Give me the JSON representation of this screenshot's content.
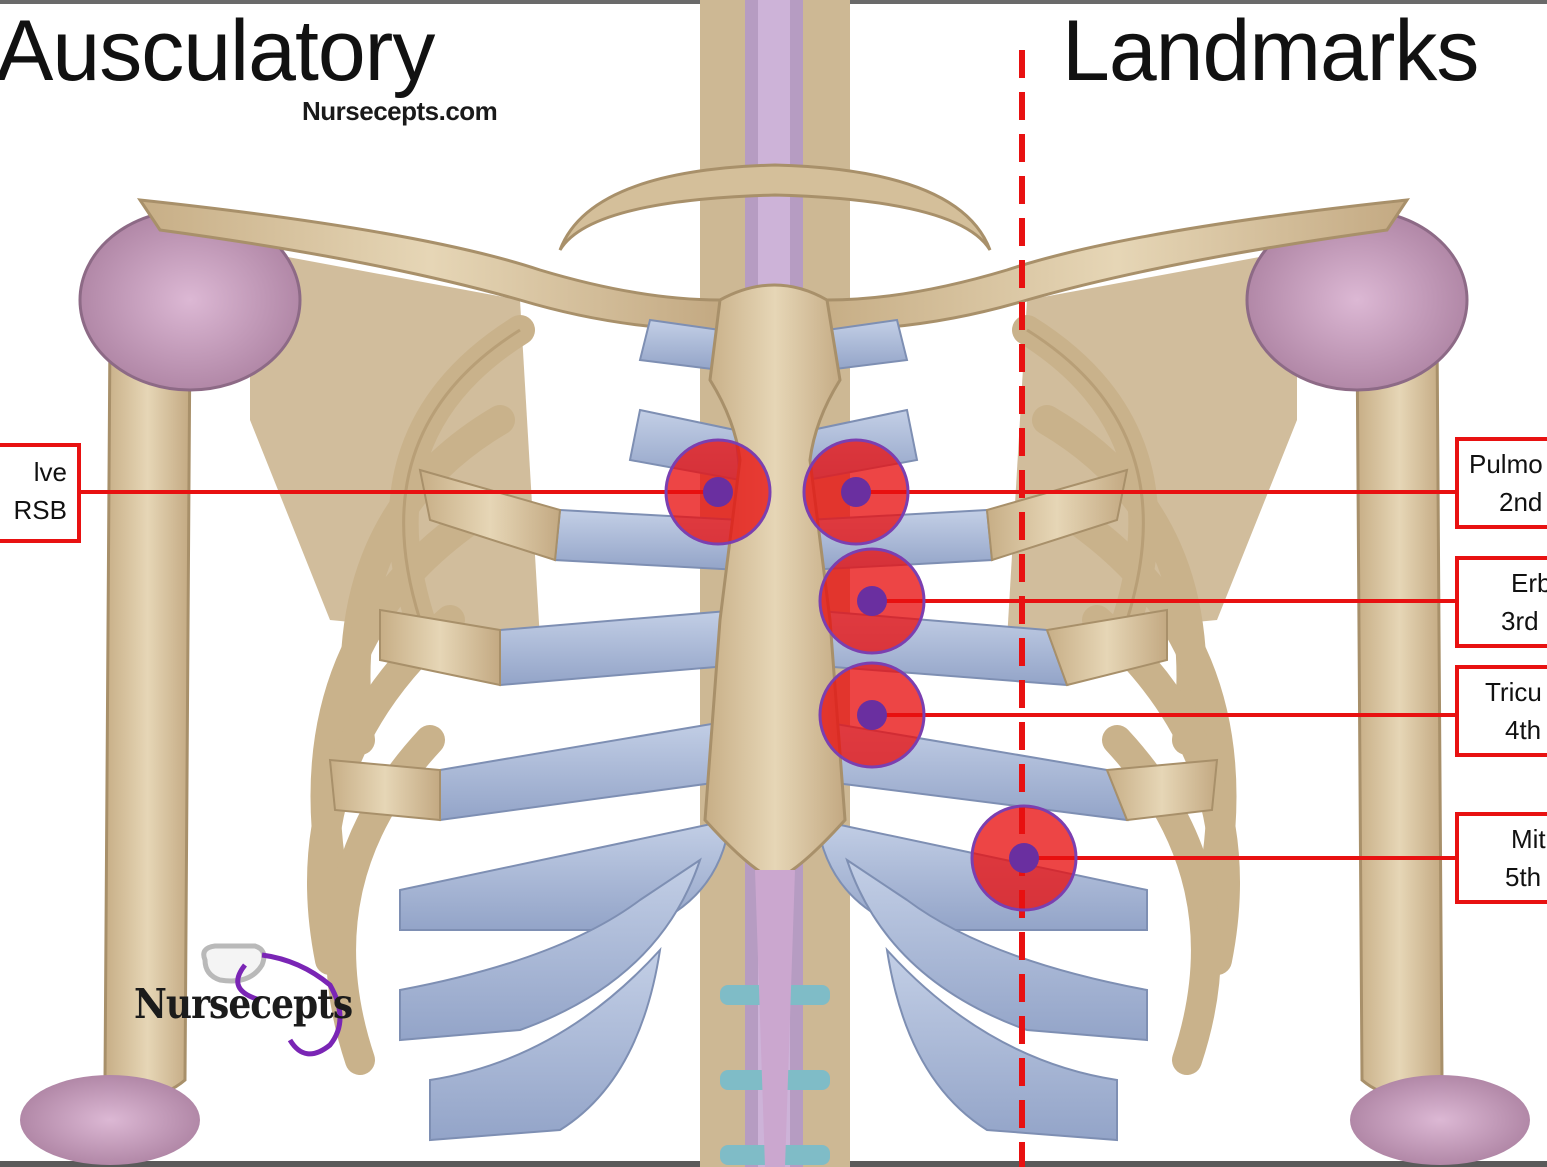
{
  "titles": {
    "left": "Ausculatory",
    "right": "Landmarks"
  },
  "website": "Nursecepts.com",
  "logo": {
    "text": "Nursecepts",
    "icon": "stethoscope-icon"
  },
  "colors": {
    "marker": "#e81111",
    "marker_center": "#6a2fa0",
    "line": "#e81111",
    "rib_cartilage": "#a9b8d6",
    "bone": "#d9c6a3",
    "joint": "#c9a0c2"
  },
  "landmarks": [
    {
      "id": "aortic",
      "line1": "lve",
      "line2": "RSB"
    },
    {
      "id": "pulmonic",
      "line1": "Pulmo",
      "line2": "2nd"
    },
    {
      "id": "erbs",
      "line1": "Erb",
      "line2": "3rd"
    },
    {
      "id": "tricuspid",
      "line1": "Tricu",
      "line2": "4th"
    },
    {
      "id": "mitral",
      "line1": "Mit",
      "line2": "5th"
    }
  ]
}
